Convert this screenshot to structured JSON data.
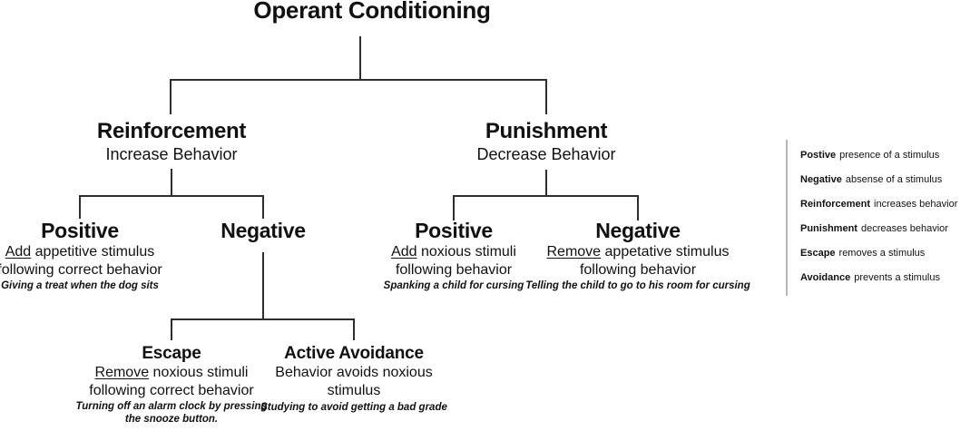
{
  "title": "Operant Conditioning",
  "tree": {
    "reinforcement": {
      "title": "Reinforcement",
      "subtitle": "Increase Behavior"
    },
    "punishment": {
      "title": "Punishment",
      "subtitle": "Decrease Behavior"
    },
    "r_positive": {
      "title": "Positive",
      "action": "Add",
      "line1_rest": " appetitive stimulus",
      "line2": "following correct behavior",
      "example": "Giving a treat when the dog sits"
    },
    "r_negative": {
      "title": "Negative"
    },
    "p_positive": {
      "title": "Positive",
      "action": "Add",
      "line1_rest": " noxious stimuli",
      "line2": "following behavior",
      "example": "Spanking a child for cursing"
    },
    "p_negative": {
      "title": "Negative",
      "action": "Remove",
      "line1_rest": " appetative stimulus",
      "line2": "following behavior",
      "example": "Telling the child to go to his room for cursing"
    },
    "escape": {
      "title": "Escape",
      "action": "Remove",
      "line1_rest": " noxious stimuli",
      "line2": "following correct behavior",
      "example": "Turning off an alarm clock by pressing the snooze button."
    },
    "active_avoidance": {
      "title": "Active Avoidance",
      "line1": "Behavior avoids noxious stimulus",
      "example": "Studying to avoid getting a bad grade"
    }
  },
  "legend": {
    "items": [
      {
        "term": "Postive",
        "definition": "presence of a stimulus"
      },
      {
        "term": "Negative",
        "definition": "absense of a stimulus"
      },
      {
        "term": "Reinforcement",
        "definition": "increases behavior"
      },
      {
        "term": "Punishment",
        "definition": "decreases behavior"
      },
      {
        "term": "Escape",
        "definition": "removes a stimulus"
      },
      {
        "term": "Avoidance",
        "definition": "prevents a stimulus"
      }
    ]
  },
  "colors": {
    "text": "#111111",
    "line": "#2e2e2e",
    "separator": "#b5b5b5",
    "background": "#ffffff"
  }
}
